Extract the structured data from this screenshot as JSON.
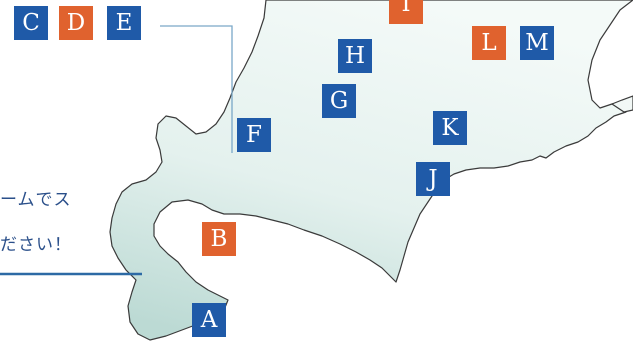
{
  "colors": {
    "blue": "#1f5aa8",
    "orange": "#e0622e",
    "land_light": "#f1f8f6",
    "land_dark": "#bfdcd7",
    "coast": "#3a3a3a",
    "leader_line": "#7aa8c8",
    "callout_underline": "#2d6aa5",
    "callout_text": "#2a4f8a"
  },
  "callout": {
    "line1": "ームでス",
    "line2": "ださい！"
  },
  "markers": [
    {
      "id": "C",
      "label": "C",
      "color": "blue"
    },
    {
      "id": "D",
      "label": "D",
      "color": "orange"
    },
    {
      "id": "E",
      "label": "E",
      "color": "blue"
    },
    {
      "id": "I",
      "label": "I",
      "color": "orange"
    },
    {
      "id": "H",
      "label": "H",
      "color": "blue"
    },
    {
      "id": "L",
      "label": "L",
      "color": "orange"
    },
    {
      "id": "M",
      "label": "M",
      "color": "blue"
    },
    {
      "id": "G",
      "label": "G",
      "color": "blue"
    },
    {
      "id": "K",
      "label": "K",
      "color": "blue"
    },
    {
      "id": "F",
      "label": "F",
      "color": "blue"
    },
    {
      "id": "J",
      "label": "J",
      "color": "blue"
    },
    {
      "id": "B",
      "label": "B",
      "color": "orange"
    },
    {
      "id": "A",
      "label": "A",
      "color": "blue"
    }
  ]
}
